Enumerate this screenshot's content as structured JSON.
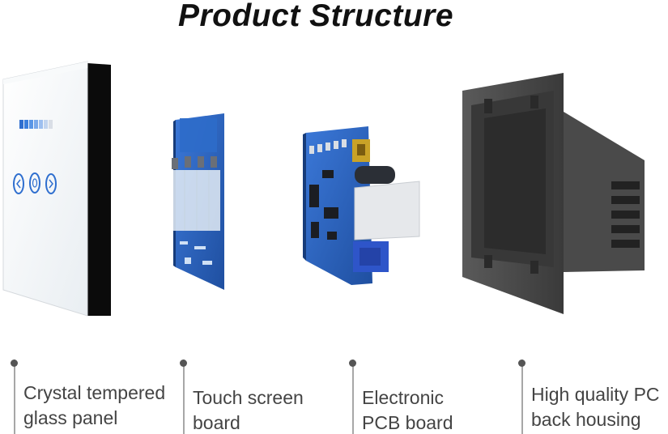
{
  "title": "Product Structure",
  "items": [
    {
      "line1": "Crystal tempered",
      "line2": "glass panel"
    },
    {
      "line1": "Touch screen",
      "line2": "board"
    },
    {
      "line1": "Electronic",
      "line2": "PCB board"
    },
    {
      "line1": "High quality PC",
      "line2": "back housing"
    }
  ],
  "colors": {
    "title": "#111111",
    "label": "#444444",
    "callout_line": "#a7a7a7",
    "callout_dot": "#555555",
    "pcb_blue": "#2a63c4",
    "housing": "#4a4a4a"
  },
  "icons": [
    "chevron-left-icon",
    "circle-icon",
    "chevron-right-icon"
  ]
}
